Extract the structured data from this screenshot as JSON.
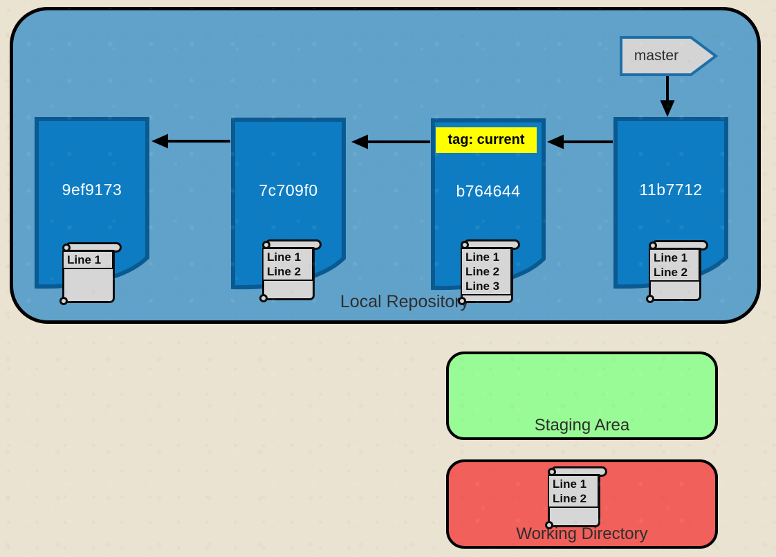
{
  "colors": {
    "page-bg": "#eae3d2",
    "repo-blue": "#61a2ca",
    "commit-blue": "#0d7cc3",
    "commit-border": "#0a5a92",
    "scroll-gray": "#d6d6d6",
    "branch-gray": "#d4d4d4",
    "branch-border": "#1e6fa8",
    "tag-yellow": "#ffff00",
    "staging-green": "#99fb95",
    "working-red": "#f1605b",
    "label-dark": "#2e2e2e"
  },
  "local_repository": {
    "label": "Local Repository",
    "branch_label": "master",
    "commits": [
      {
        "hash": "9ef9173",
        "file_lines": [
          "Line 1"
        ]
      },
      {
        "hash": "7c709f0",
        "file_lines": [
          "Line 1",
          "Line 2"
        ]
      },
      {
        "hash": "b764644",
        "tag_label": "tag: current",
        "file_lines": [
          "Line 1",
          "Line 2",
          "Line 3"
        ]
      },
      {
        "hash": "11b7712",
        "file_lines": [
          "Line 1",
          "Line 2"
        ]
      }
    ]
  },
  "staging_area": {
    "label": "Staging Area"
  },
  "working_directory": {
    "label": "Working Directory",
    "file_lines": [
      "Line 1",
      "Line 2"
    ]
  }
}
